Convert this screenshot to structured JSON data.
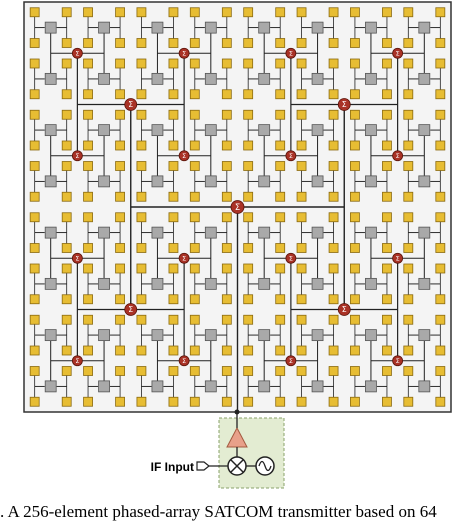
{
  "diagram": {
    "title": "",
    "if_input_label": "IF Input",
    "sum_symbol": "Σ",
    "colors": {
      "patch_fill": "#e7bd33",
      "patch_stroke": "#8a6a10",
      "ic_fill": "#a9a9a9",
      "ic_stroke": "#555555",
      "combiner_fill": "#a93226",
      "combiner_stroke": "#5a1208",
      "board_fill": "#f4f4f4",
      "trace": "#222222",
      "upconverter_box_fill": "#e3ecd2",
      "upconverter_box_stroke": "#8aa26a",
      "amplifier_fill": "#e8a08a",
      "amplifier_stroke": "#a35a40"
    }
  },
  "caption": {
    "text": ". A 256-element phased-array SATCOM transmitter based on 64"
  }
}
